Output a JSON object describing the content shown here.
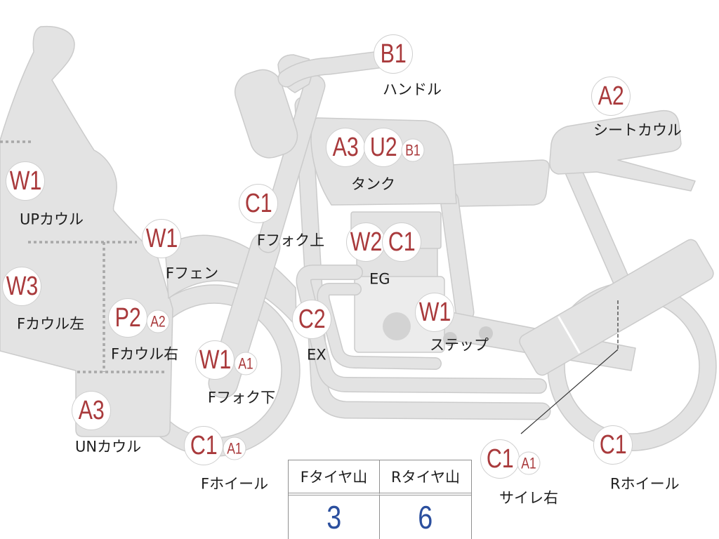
{
  "diagram": {
    "parts": {
      "handle": {
        "codes": [
          "B1"
        ],
        "label": "ハンドル"
      },
      "seat_cowl": {
        "codes": [
          "A2"
        ],
        "label": "シートカウル"
      },
      "tank": {
        "codes": [
          "A3",
          "U2",
          "B1"
        ],
        "label": "タンク"
      },
      "upper_cowl": {
        "codes": [
          "W1"
        ],
        "label": "UPカウル"
      },
      "front_fork_upper": {
        "codes": [
          "C1"
        ],
        "label": "Fフォク上"
      },
      "front_fender": {
        "codes": [
          "W1"
        ],
        "label": "Fフェン"
      },
      "engine": {
        "codes": [
          "W2",
          "C1"
        ],
        "label": "EG"
      },
      "front_cowl_left": {
        "codes": [
          "W3"
        ],
        "label": "Fカウル左"
      },
      "exhaust": {
        "codes": [
          "C2"
        ],
        "label": "EX"
      },
      "step": {
        "codes": [
          "W1"
        ],
        "label": "ステップ"
      },
      "front_cowl_right": {
        "codes": [
          "P2",
          "A2"
        ],
        "label": "Fカウル右"
      },
      "front_fork_lower": {
        "codes": [
          "W1",
          "A1"
        ],
        "label": "Fフォク下"
      },
      "under_cowl": {
        "codes": [
          "A3"
        ],
        "label": "UNカウル"
      },
      "front_wheel": {
        "codes": [
          "C1",
          "A1"
        ],
        "label": "Fホイール"
      },
      "silencer_right": {
        "codes": [
          "C1",
          "A1"
        ],
        "label": "サイレ右"
      },
      "rear_wheel": {
        "codes": [
          "C1"
        ],
        "label": "Rホイール"
      }
    }
  },
  "tire_tread": {
    "columns": [
      {
        "header": "Fタイヤ山",
        "value": "3"
      },
      {
        "header": "Rタイヤ山",
        "value": "6"
      }
    ]
  },
  "colors": {
    "code_text": "#a93a3c",
    "tread_value_text": "#2b4f9e",
    "body_fill": "#e3e3e3",
    "body_outline": "#cbcbcb"
  }
}
